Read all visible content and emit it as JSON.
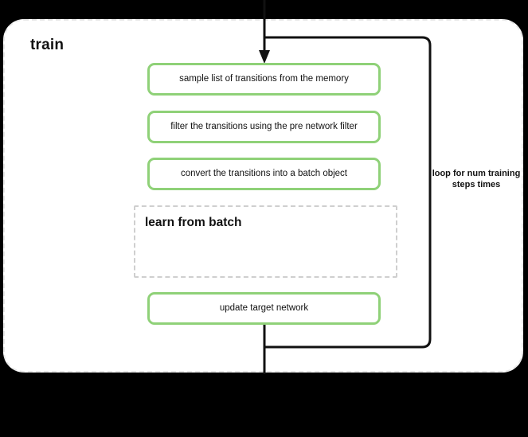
{
  "diagram": {
    "title": "train",
    "background_color": "#000000",
    "scope": {
      "label": "train",
      "border_style": "dashed",
      "border_color": "#e8e8e8",
      "fill_color": "#ffffff"
    },
    "accent_color": "#8fd178",
    "connector_color": "#111111",
    "steps": [
      {
        "id": "sample",
        "label": "sample list of transitions from the memory",
        "style": "green-rounded"
      },
      {
        "id": "filter",
        "label": "filter the transitions using the pre network filter",
        "style": "green-rounded"
      },
      {
        "id": "convert",
        "label": "convert the transitions into a batch object",
        "style": "green-rounded"
      },
      {
        "id": "update",
        "label": "update target network",
        "style": "green-rounded"
      }
    ],
    "substep": {
      "id": "learn-from-batch",
      "label": "learn from batch",
      "style": "gray-dashed"
    },
    "loop": {
      "label": "loop for num training steps times",
      "direction": "back-edge"
    },
    "arrows": {
      "entry": "arrow-down-into-sample",
      "exit": "line-down-out-of-update"
    }
  }
}
